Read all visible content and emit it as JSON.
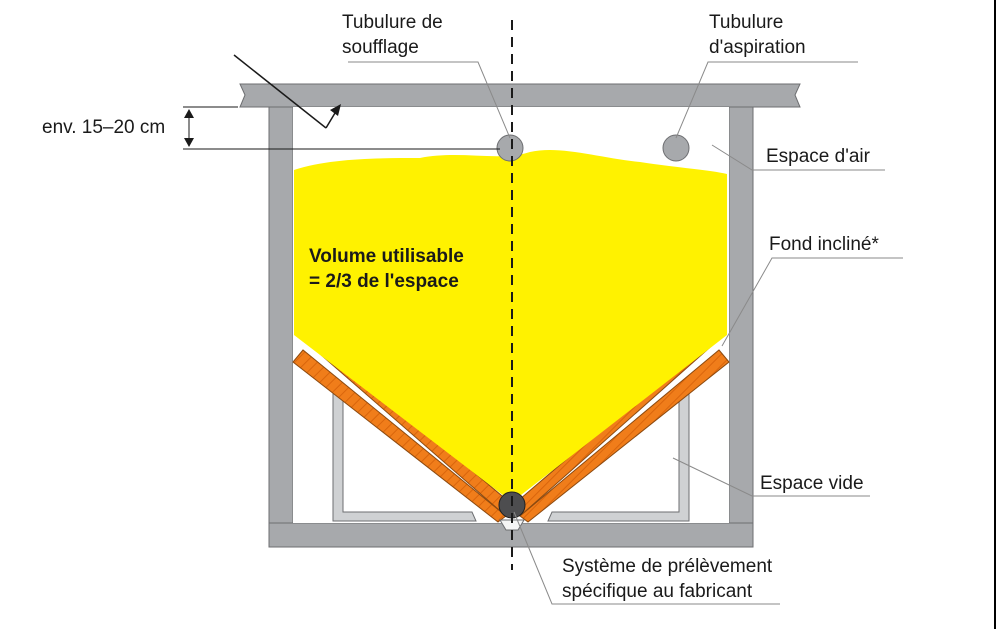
{
  "diagram": {
    "labels": {
      "tubulure_soufflage": [
        "Tubulure de",
        "soufflage"
      ],
      "tubulure_aspiration": [
        "Tubulure",
        "d'aspiration"
      ],
      "espace_air": "Espace d'air",
      "fond_incline": "Fond incliné*",
      "espace_vide": "Espace vide",
      "systeme": [
        "Système de prélèvement",
        "spécifique au fabricant"
      ],
      "distance": "env. 15–20 cm",
      "volume": [
        "Volume utilisable",
        "= 2/3 de l'espace"
      ]
    },
    "colors": {
      "pellets": "#fff200",
      "wall": "#a7a9ac",
      "slope": "#f07d1a",
      "frame": "#cfd1d3",
      "leader_line": "#8a8a8a",
      "sampling_system": "#4d4d4f"
    }
  }
}
